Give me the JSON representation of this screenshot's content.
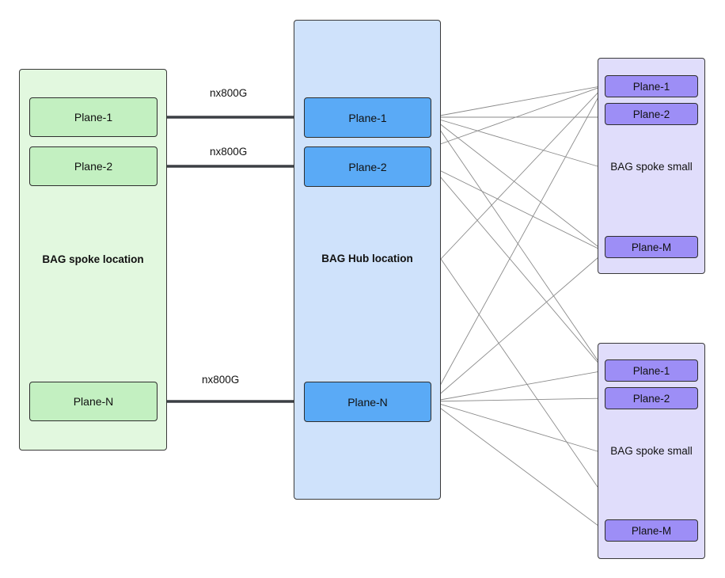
{
  "spoke_location": {
    "label": "BAG spoke location",
    "planes": [
      "Plane-1",
      "Plane-2",
      "Plane-N"
    ]
  },
  "hub_location": {
    "label": "BAG Hub location",
    "planes": [
      "Plane-1",
      "Plane-2",
      "Plane-N"
    ]
  },
  "small_spokes": [
    {
      "label": "BAG spoke small",
      "planes": [
        "Plane-1",
        "Plane-2",
        "Plane-M"
      ]
    },
    {
      "label": "BAG spoke small",
      "planes": [
        "Plane-1",
        "Plane-2",
        "Plane-M"
      ]
    }
  ],
  "link_labels": [
    "nx800G",
    "nx800G",
    "nx800G"
  ],
  "colors": {
    "spoke_bg": "#e2f8df",
    "spoke_plane": "#c3f0c1",
    "hub_bg": "#cfe2fb",
    "hub_plane": "#5aaaf6",
    "small_bg": "#e0ddfb",
    "small_plane": "#9d8ef6",
    "trunk_line": "#3b3f44",
    "mesh_line": "#8a8a8a"
  }
}
